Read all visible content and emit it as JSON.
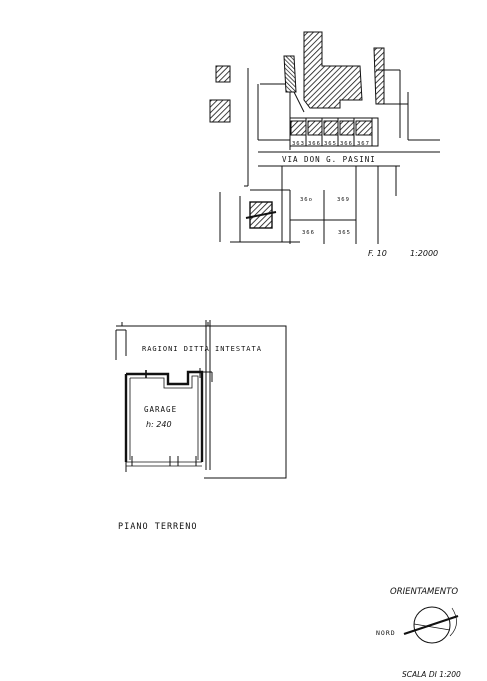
{
  "site_plan": {
    "street_name": "VIA DON G. PASINI",
    "parcels_top": [
      "363",
      "366",
      "365",
      "366",
      "367"
    ],
    "parcels_mid": [
      "36o",
      "369"
    ],
    "parcels_low": [
      "366",
      "365"
    ],
    "sheet_ref": "F. 10",
    "scale": "1:2000"
  },
  "floor_plan": {
    "neighbor_label": "RAGIONI DITTA INTESTATA",
    "room_label": "GARAGE",
    "room_height": "h: 240",
    "floor_title": "PIANO TERRENO"
  },
  "orientation": {
    "title": "ORIENTAMENTO",
    "north_label": "NORD",
    "scale_note": "SCALA DI 1:200"
  },
  "colors": {
    "ink": "#111111",
    "paper": "#ffffff"
  }
}
